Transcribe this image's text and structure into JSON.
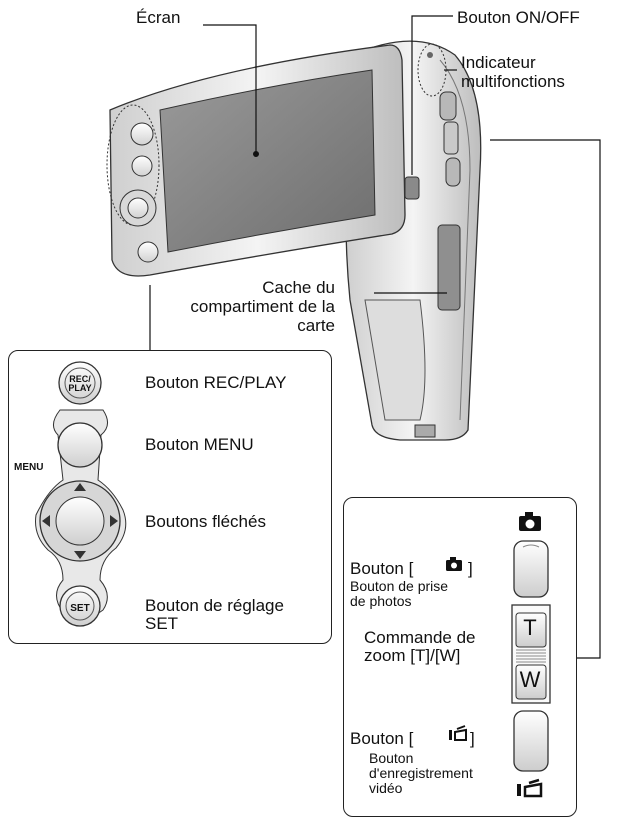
{
  "callouts": {
    "ecran": "Écran",
    "on_off": "Bouton ON/OFF",
    "indicator_l1": "Indicateur",
    "indicator_l2": "multifonctions",
    "card_l1": "Cache du",
    "card_l2": "compartiment de la",
    "card_l3": "carte"
  },
  "left_panel": {
    "rec_play_btn": "REC/\nPLAY",
    "rec_play_label": "Bouton REC/PLAY",
    "menu_tag": "MENU",
    "menu_label": "Bouton MENU",
    "arrows_label": "Boutons fléchés",
    "set_btn": "SET",
    "set_label_l1": "Bouton de réglage",
    "set_label_l2": "SET"
  },
  "right_panel": {
    "photo_title": "Bouton [",
    "photo_title_end": "]",
    "photo_sub_l1": "Bouton de prise",
    "photo_sub_l2": "de photos",
    "zoom_l1": "Commande de",
    "zoom_l2": "zoom [T]/[W]",
    "zoom_t": "T",
    "zoom_w": "W",
    "video_title": "Bouton [",
    "video_title_end": "]",
    "video_sub_l1": "Bouton",
    "video_sub_l2": "d'enregistrement",
    "video_sub_l3": "vidéo"
  },
  "icons": [
    "camera-icon",
    "video-camera-icon"
  ]
}
